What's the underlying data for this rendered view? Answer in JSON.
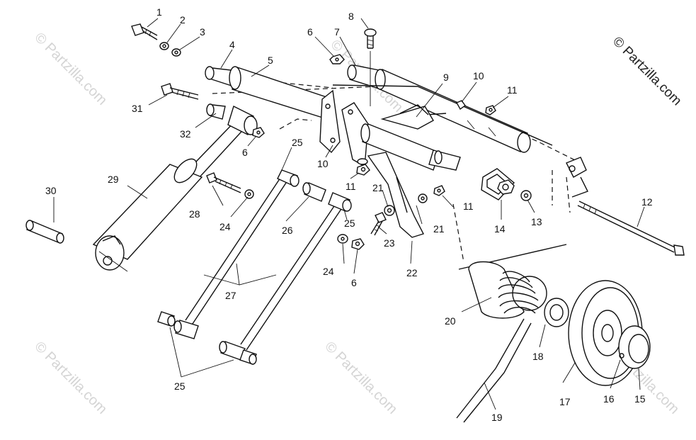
{
  "copyright": "© Partzilla.com",
  "watermarks": [
    "© Partzilla.com",
    "© Partzilla.com",
    "© Partzilla.com",
    "© Partzilla.com",
    "© Partzilla.com"
  ],
  "callouts": {
    "c1": "1",
    "c2": "2",
    "c3": "3",
    "c4": "4",
    "c5": "5",
    "c6a": "6",
    "c6b": "6",
    "c6c": "6",
    "c7": "7",
    "c8": "8",
    "c9": "9",
    "c10a": "10",
    "c10b": "10",
    "c11a": "11",
    "c11b": "11",
    "c11c": "11",
    "c12": "12",
    "c13": "13",
    "c14": "14",
    "c15": "15",
    "c16": "16",
    "c17": "17",
    "c18": "18",
    "c19": "19",
    "c20": "20",
    "c21a": "21",
    "c21b": "21",
    "c22": "22",
    "c23": "23",
    "c24a": "24",
    "c24b": "24",
    "c25a": "25",
    "c25b": "25",
    "c25c": "25",
    "c26": "26",
    "c27": "27",
    "c28": "28",
    "c29": "29",
    "c30": "30",
    "c31": "31",
    "c32": "32"
  }
}
